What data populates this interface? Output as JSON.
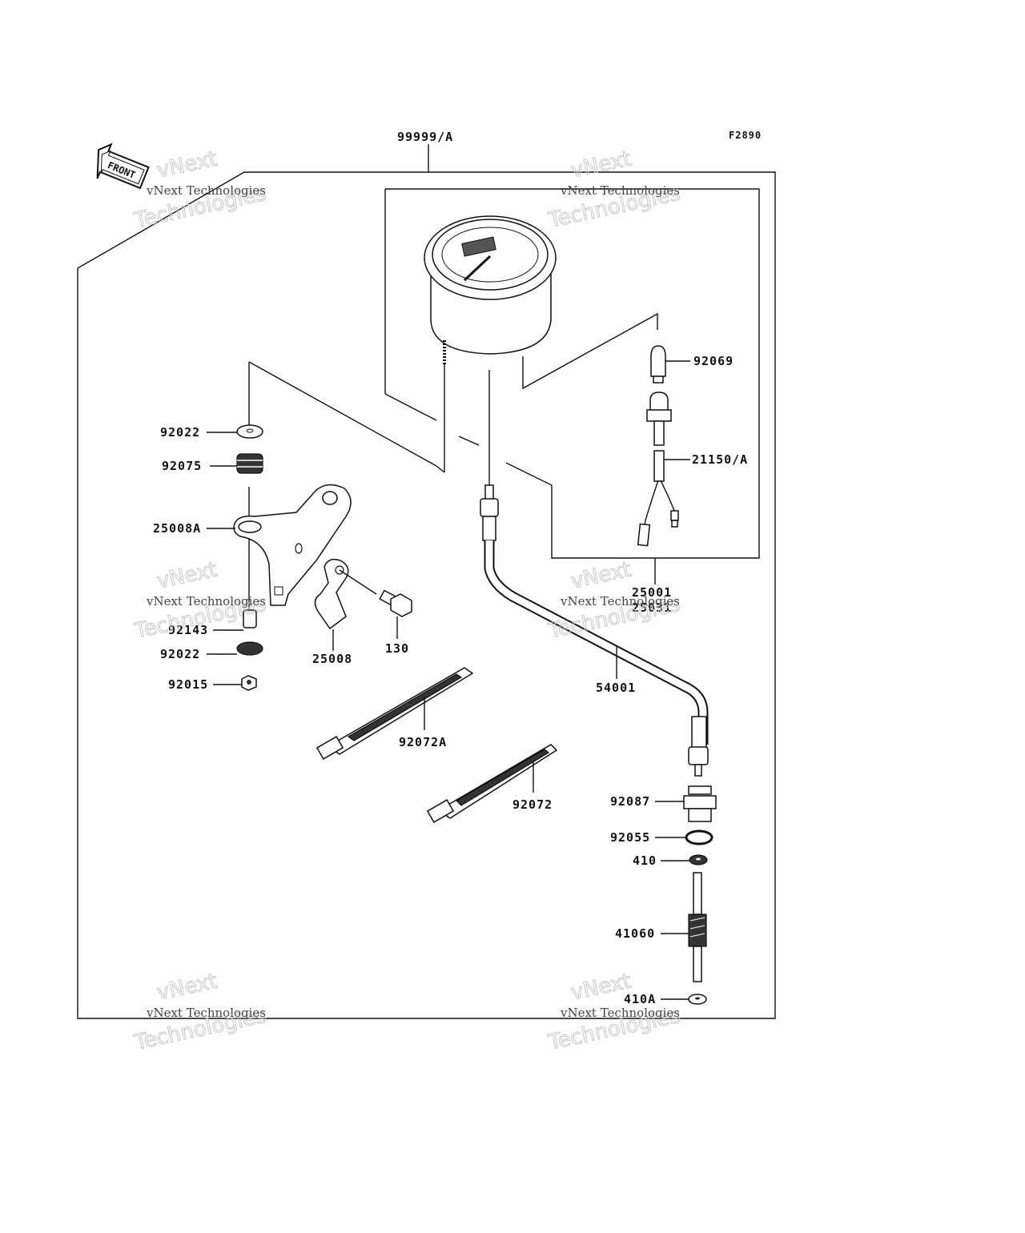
{
  "figure_code": "F2890",
  "front_label": "FRONT",
  "watermark": {
    "line1": "vNext Technologies",
    "line2": "vNext",
    "line3": "Technologies"
  },
  "labels": {
    "kit": "99999/A",
    "p92069": "92069",
    "p21150A": "21150/A",
    "p92022a": "92022",
    "p92075": "92075",
    "p25008A": "25008A",
    "p92143": "92143",
    "p92022b": "92022",
    "p92015": "92015",
    "p25008": "25008",
    "p130": "130",
    "p25001": "25001",
    "p25031": "25031",
    "p54001": "54001",
    "p92072A": "92072A",
    "p92072": "92072",
    "p92087": "92087",
    "p92055": "92055",
    "p410": "410",
    "p41060": "41060",
    "p410A": "410A"
  }
}
